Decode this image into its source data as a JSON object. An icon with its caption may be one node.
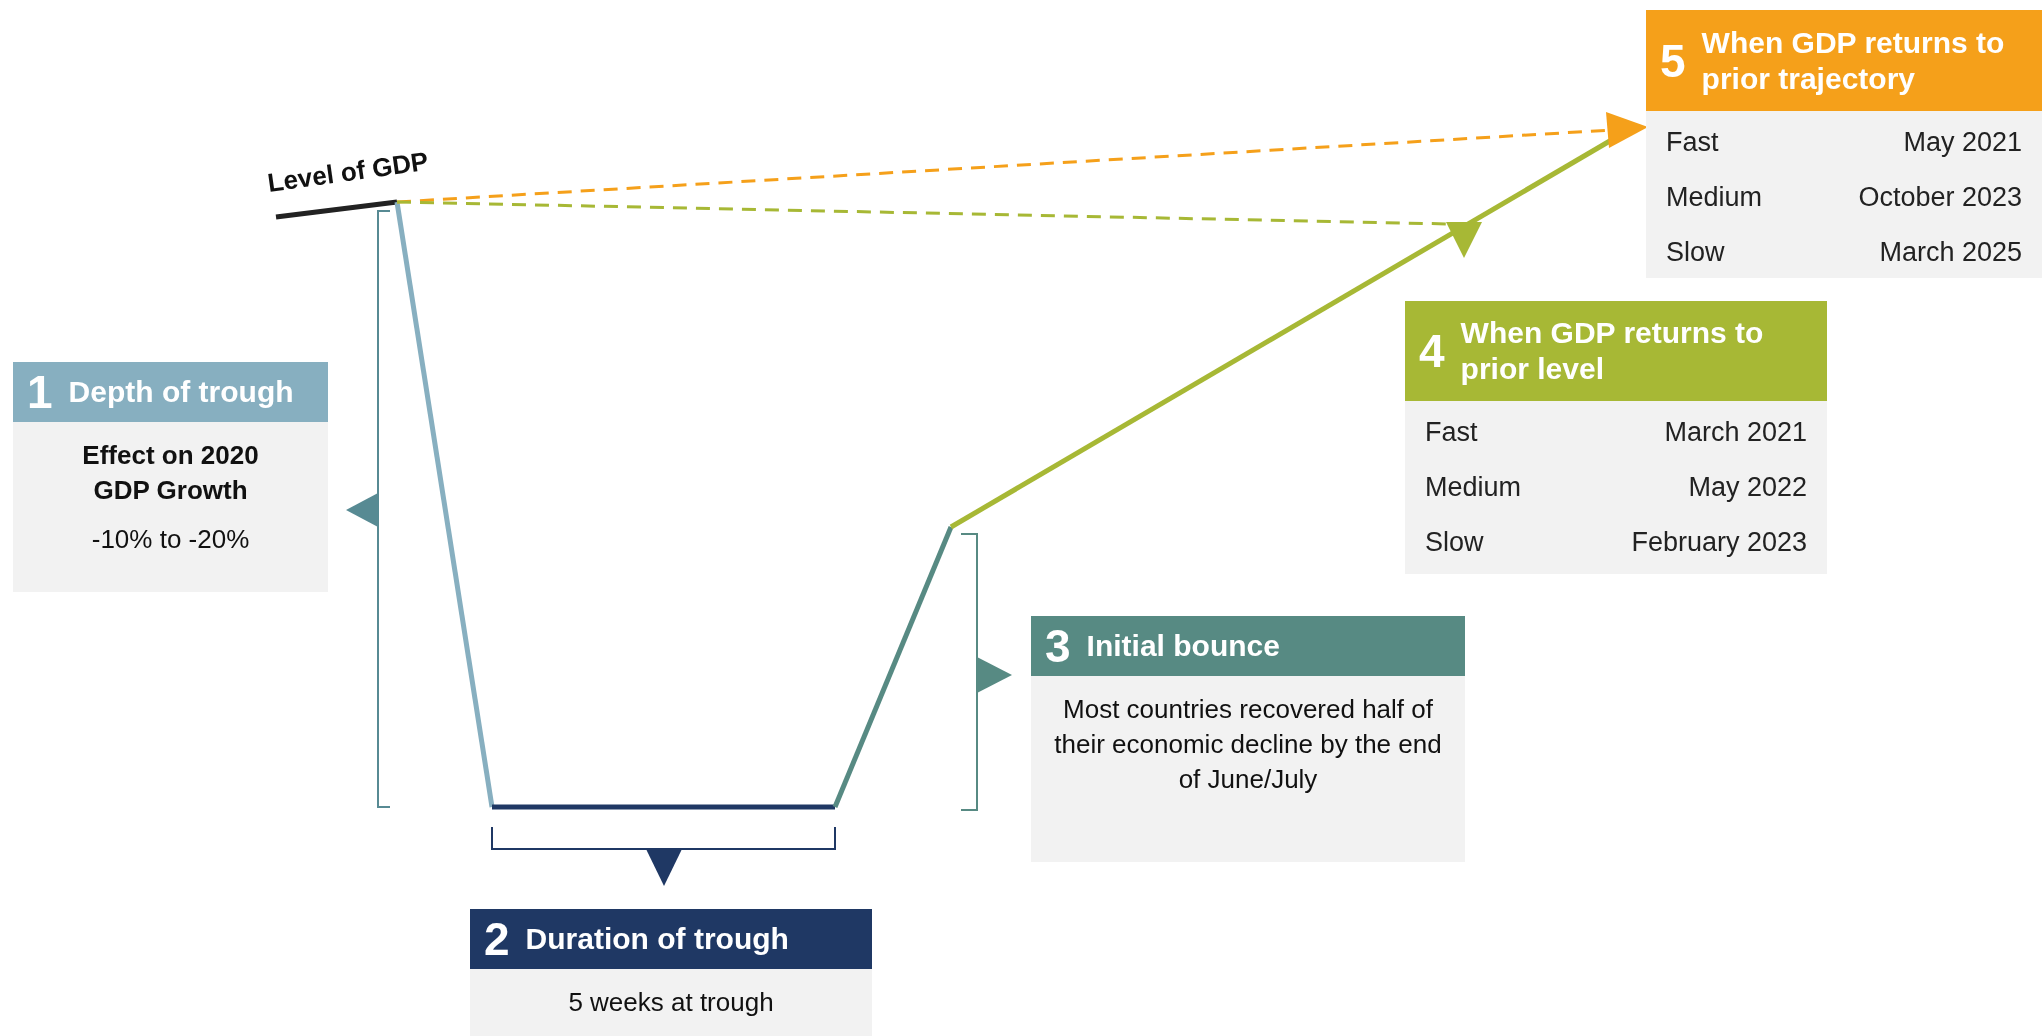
{
  "diagram": {
    "nodes": [
      {
        "text": [
          "1",
          "Depth of trough",
          "Effect on 2020 GDP Growth",
          "-10% to -20%"
        ]
      },
      {
        "text": [
          "2",
          "Duration of trough",
          "5 weeks at trough"
        ]
      },
      {
        "text": [
          "3",
          "Initial bounce",
          "Most countries recovered half of their economic decline by the end of June/July"
        ]
      },
      {
        "text": [
          "4",
          "When GDP returns to prior level",
          "Fast",
          "March 2021",
          "Medium",
          "May 2022",
          "Slow",
          "February 2023"
        ]
      },
      {
        "text": [
          "5",
          "When GDP returns to prior trajectory",
          "Fast",
          "May 2021",
          "Medium",
          "October 2023",
          "Slow",
          "March 2025"
        ]
      }
    ],
    "labels": [
      "Level of GDP"
    ]
  }
}
